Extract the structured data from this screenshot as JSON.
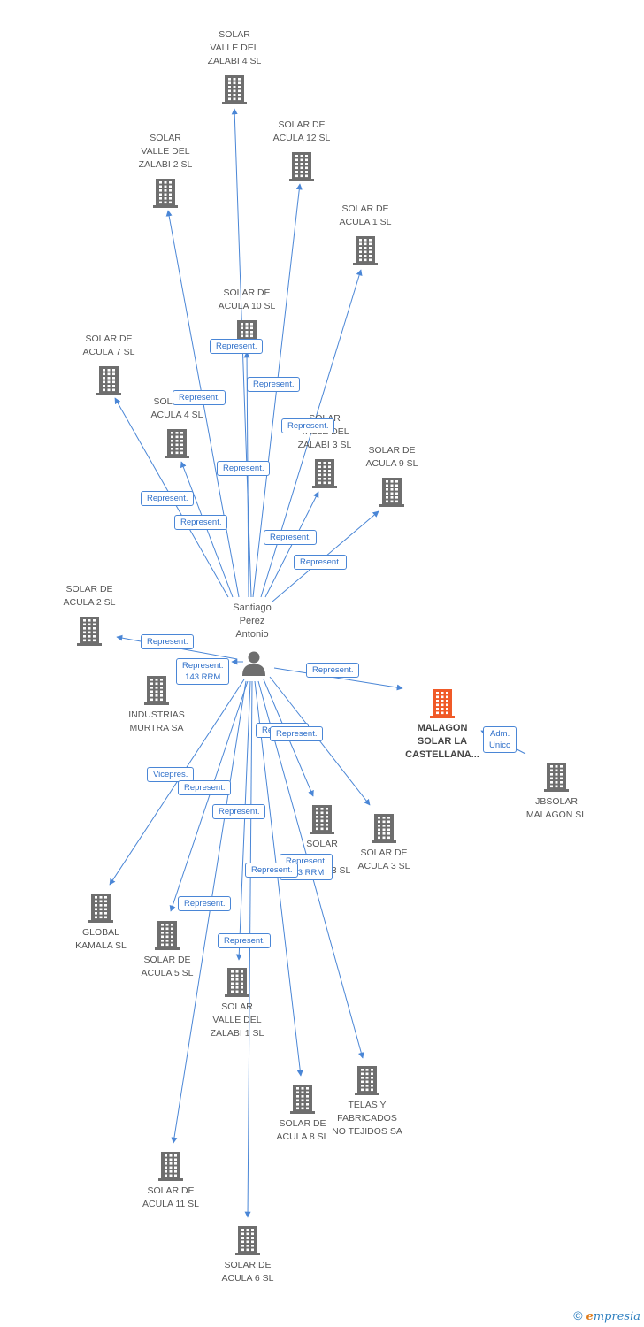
{
  "colors": {
    "edge": "#4a86d6",
    "company": "#6e6e6e",
    "main_company": "#f05a28",
    "person": "#6e6e6e"
  },
  "person": {
    "name": "Santiago\nPerez\nAntonio",
    "icon": "person-icon"
  },
  "nodes": [
    {
      "id": "zalabi4",
      "label": "SOLAR\nVALLE DEL\nZALABI 4 SL"
    },
    {
      "id": "acula12",
      "label": "SOLAR DE\nACULA 12 SL"
    },
    {
      "id": "zalabi2",
      "label": "SOLAR\nVALLE DEL\nZALABI 2 SL"
    },
    {
      "id": "acula1",
      "label": "SOLAR DE\nACULA 1 SL"
    },
    {
      "id": "acula10",
      "label": "SOLAR DE\nACULA 10 SL"
    },
    {
      "id": "acula7",
      "label": "SOLAR DE\nACULA 7 SL"
    },
    {
      "id": "acula4",
      "label": "SOLAR DE\nACULA 4 SL"
    },
    {
      "id": "zalabi3",
      "label": "SOLAR\nVALLE DEL\nZALABI 3 SL"
    },
    {
      "id": "acula9",
      "label": "SOLAR DE\nACULA 9 SL"
    },
    {
      "id": "acula2",
      "label": "SOLAR DE\nACULA 2 SL"
    },
    {
      "id": "murtra",
      "label": "INDUSTRIAS\nMURTRA SA"
    },
    {
      "id": "malagon",
      "label": "MALAGON\nSOLAR LA\nCASTELLANA...",
      "main": true
    },
    {
      "id": "jbsolar",
      "label": "JBSOLAR\nMALAGON SL"
    },
    {
      "id": "acula13",
      "label": "SOLAR\nDE\nACULA 13 SL"
    },
    {
      "id": "acula3",
      "label": "SOLAR DE\nACULA 3 SL"
    },
    {
      "id": "kamala",
      "label": "GLOBAL\nKAMALA SL"
    },
    {
      "id": "acula5",
      "label": "SOLAR DE\nACULA 5 SL"
    },
    {
      "id": "zalabi1",
      "label": "SOLAR\nVALLE DEL\nZALABI 1 SL"
    },
    {
      "id": "telas",
      "label": "TELAS Y\nFABRICADOS\nNO TEJIDOS SA"
    },
    {
      "id": "acula8",
      "label": "SOLAR DE\nACULA 8 SL"
    },
    {
      "id": "acula11",
      "label": "SOLAR DE\nACULA 11 SL"
    },
    {
      "id": "acula6",
      "label": "SOLAR DE\nACULA 6 SL"
    }
  ],
  "edges": [
    {
      "to": "zalabi4",
      "label": "Represent."
    },
    {
      "to": "acula12",
      "label": "Represent."
    },
    {
      "to": "zalabi2",
      "label": "Represent."
    },
    {
      "to": "acula1",
      "label": "Represent."
    },
    {
      "to": "acula10",
      "label": "Represent."
    },
    {
      "to": "acula7",
      "label": "Represent."
    },
    {
      "to": "acula4",
      "label": "Represent."
    },
    {
      "to": "zalabi3",
      "label": "Represent."
    },
    {
      "to": "acula9",
      "label": "Represent."
    },
    {
      "to": "acula2",
      "label": "Represent."
    },
    {
      "to": "murtra",
      "label": "Represent.\n143 RRM"
    },
    {
      "to": "malagon",
      "label": "Represent."
    },
    {
      "to": "acula13",
      "label": "Represent.\n143 RRM"
    },
    {
      "to": "acula3",
      "label": "Represent."
    },
    {
      "to": "kamala",
      "label": "Vicepres."
    },
    {
      "to": "acula5",
      "label": "Represent."
    },
    {
      "to": "zalabi1",
      "label": "Represent."
    },
    {
      "to": "telas",
      "label": "Represent."
    },
    {
      "to": "acula8",
      "label": "Represent."
    },
    {
      "to": "acula11",
      "label": "Represent."
    },
    {
      "to": "acula6",
      "label": "Represent."
    },
    {
      "from": "jbsolar",
      "to": "malagon",
      "label": "Adm.\nUnico"
    }
  ],
  "watermark": {
    "copyright": "©",
    "brand_first": "e",
    "brand_rest": "mpresia"
  }
}
